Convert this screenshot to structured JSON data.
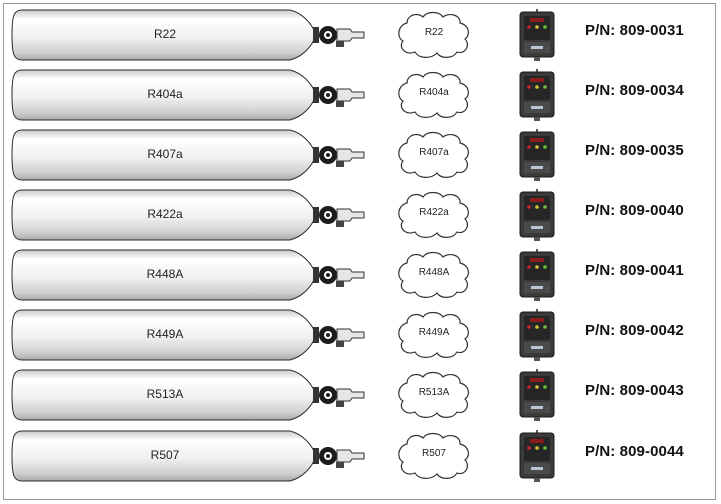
{
  "rows": [
    {
      "gas": "R22",
      "cloud": "R22",
      "part_number": "P/N: 809-0031"
    },
    {
      "gas": "R404a",
      "cloud": "R404a",
      "part_number": "P/N: 809-0034"
    },
    {
      "gas": "R407a",
      "cloud": "R407a",
      "part_number": "P/N: 809-0035"
    },
    {
      "gas": "R422a",
      "cloud": "R422a",
      "part_number": "P/N: 809-0040"
    },
    {
      "gas": "R448A",
      "cloud": "R448A",
      "part_number": "P/N: 809-0041"
    },
    {
      "gas": "R449A",
      "cloud": "R449A",
      "part_number": "P/N: 809-0042"
    },
    {
      "gas": "R513A",
      "cloud": "R513A",
      "part_number": "P/N: 809-0043"
    },
    {
      "gas": "R507",
      "cloud": "R507",
      "part_number": "P/N: 809-0044"
    }
  ],
  "colors": {
    "cylinder_light": "#f7f7f7",
    "cylinder_dark": "#b8b8b8",
    "device_body": "#3a3a3a",
    "device_face": "#2a2a2a",
    "led_red": "#c0282a",
    "led_yellow": "#d8c23a",
    "led_green": "#6bbf3a"
  },
  "icons": [
    "gas-cylinder-icon",
    "valve-icon",
    "gas-cloud-icon",
    "leak-detector-icon"
  ]
}
